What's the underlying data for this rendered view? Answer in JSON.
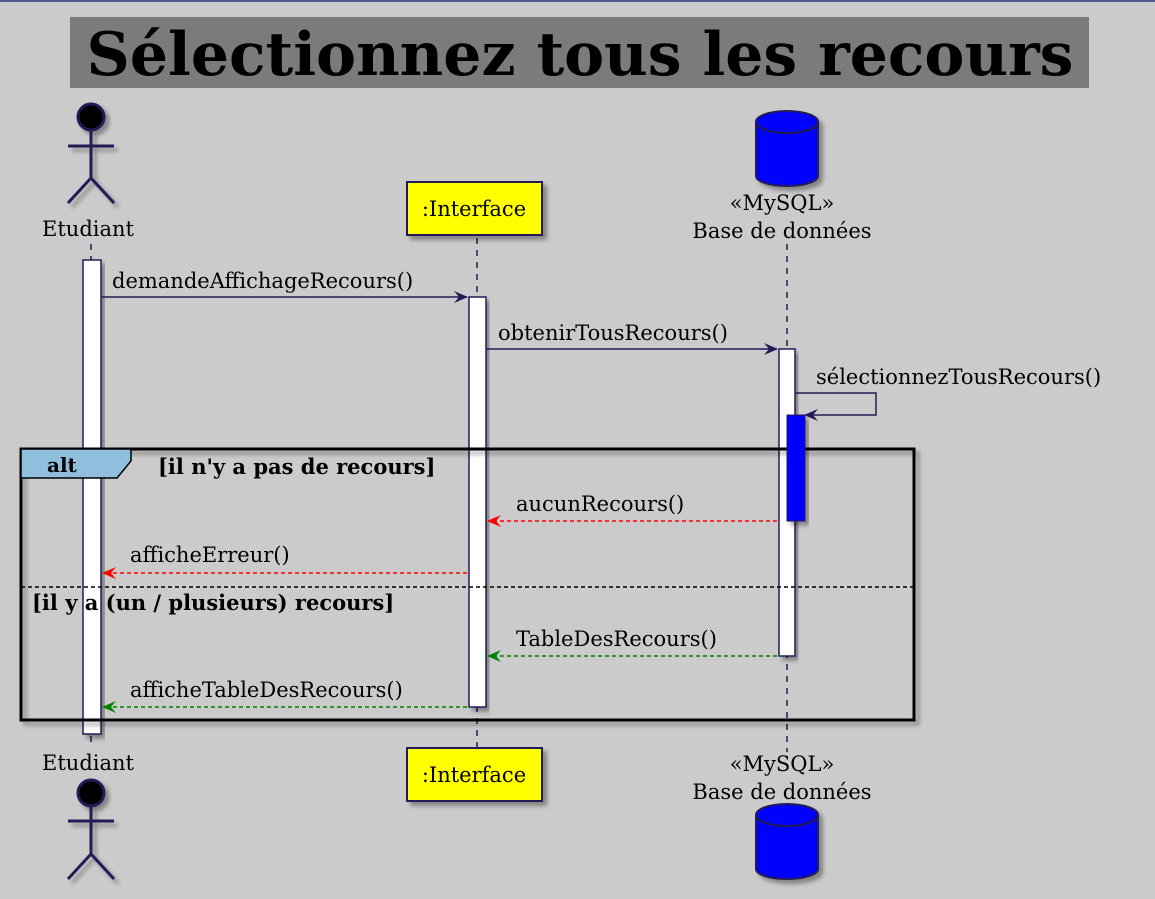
{
  "title": "Sélectionnez tous les recours",
  "participants": {
    "actor": {
      "name": "Etudiant"
    },
    "interface": {
      "name": ":Interface"
    },
    "database": {
      "stereotype": "«MySQL»",
      "name": "Base de données"
    }
  },
  "messages": {
    "m1": "demandeAffichageRecours()",
    "m2": "obtenirTousRecours()",
    "m3": "sélectionnezTousRecours()",
    "m4": "aucunRecours()",
    "m5": "afficheErreur()",
    "m6": "TableDesRecours()",
    "m7": "afficheTableDesRecours()"
  },
  "alt": {
    "label": "alt",
    "guard1": "[il n'y a pas de recours]",
    "guard2": "[il y a (un / plusieurs) recours]"
  },
  "colors": {
    "background": "#cbcbcb",
    "interface_box": "#ffff00",
    "database": "#0000ff",
    "error_arrow": "#ff0000",
    "success_arrow": "#008000",
    "line": "#221a55",
    "alt_tab": "#8fbfdc"
  }
}
